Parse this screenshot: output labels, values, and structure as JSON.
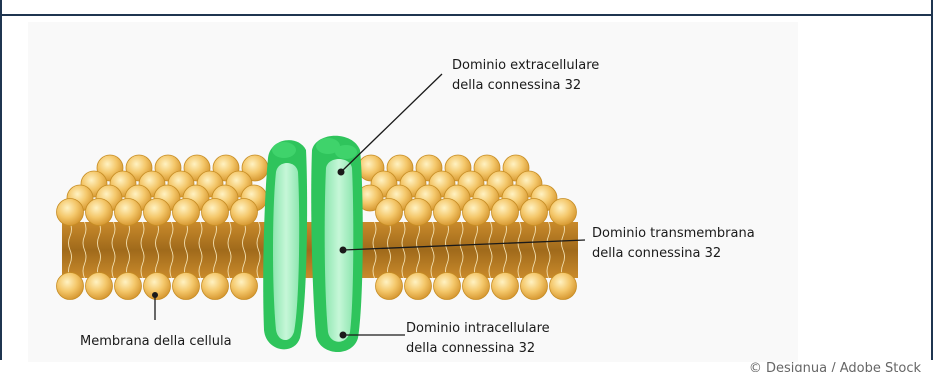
{
  "labels": {
    "extracellular_line1": "Dominio extracellulare",
    "extracellular_line2": "della connessina 32",
    "transmembrane_line1": "Dominio transmembrana",
    "transmembrane_line2": "della connessina 32",
    "intracellular_line1": "Dominio intracellulare",
    "intracellular_line2": "della connessina 32",
    "membrane": "Membrana della cellula"
  },
  "credit": "© Designua / Adobe Stock",
  "colors": {
    "frame": "#1f3550",
    "lipid_head": "#f2c66b",
    "lipid_head_edge": "#c68d24",
    "lipid_tail": "#a9731f",
    "protein_outer": "#2fc45c",
    "protein_inner": "#a9f0c4",
    "leader_line": "#1a1a1a"
  }
}
